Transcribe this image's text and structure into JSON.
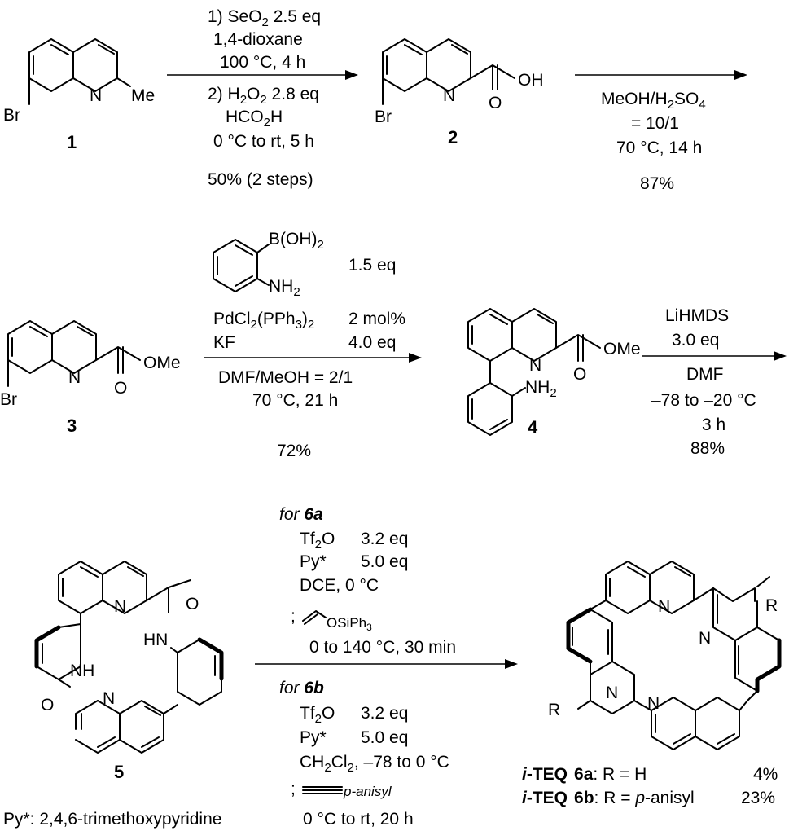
{
  "compounds": {
    "c1": {
      "label": "1",
      "sub_n": "N",
      "sub_me": "Me",
      "sub_br": "Br"
    },
    "c2": {
      "label": "2",
      "sub_n": "N",
      "sub_oh": "OH",
      "sub_o": "O",
      "sub_br": "Br"
    },
    "c3": {
      "label": "3",
      "sub_n": "N",
      "sub_ome": "OMe",
      "sub_o": "O",
      "sub_br": "Br"
    },
    "c4": {
      "label": "4",
      "sub_n": "N",
      "sub_ome": "OMe",
      "sub_o": "O",
      "sub_nh2": "NH",
      "sub_nh2_2": "2"
    },
    "c5": {
      "label": "5",
      "sub_n1": "N",
      "sub_n2": "N",
      "sub_o1": "O",
      "sub_o2": "O",
      "sub_hn": "HN",
      "sub_nh": "NH"
    },
    "c6": {
      "sub_n1": "N",
      "sub_n2": "N",
      "sub_n3": "N",
      "sub_n4": "N",
      "sub_r1": "R",
      "sub_r2": "R"
    }
  },
  "step1": {
    "line1_a": "1) SeO",
    "line1_sub": "2",
    "line1_b": "  2.5 eq",
    "line2": "1,4-dioxane",
    "line3": "100 °C, 4 h",
    "line4_a": "2) H",
    "line4_sub1": "2",
    "line4_b": "O",
    "line4_sub2": "2",
    "line4_c": "  2.8 eq",
    "line5_a": "HCO",
    "line5_sub": "2",
    "line5_b": "H",
    "line6": "0 °C to rt, 5 h",
    "yield": "50% (2 steps)"
  },
  "step2": {
    "line1_a": "MeOH/H",
    "line1_sub1": "2",
    "line1_b": "SO",
    "line1_sub2": "4",
    "line2": "= 10/1",
    "line3": "70 °C, 14 h",
    "yield": "87%"
  },
  "step3": {
    "boronic_a": "B(OH)",
    "boronic_sub": "2",
    "amine_a": "NH",
    "amine_sub": "2",
    "eq1": "1.5 eq",
    "cat_a": "PdCl",
    "cat_sub1": "2",
    "cat_b": "(PPh",
    "cat_sub2": "3",
    "cat_c": ")",
    "cat_sub3": "2",
    "cat_amt": "2 mol%",
    "base": "KF",
    "base_amt": "4.0 eq",
    "solvent": "DMF/MeOH = 2/1",
    "cond": "70 °C, 21 h",
    "yield": "72%"
  },
  "step4": {
    "reagent": "LiHMDS",
    "eq": "3.0 eq",
    "solvent": "DMF",
    "temp": "–78 to –20 °C",
    "time": "3 h",
    "yield": "88%"
  },
  "step5": {
    "for_a": "for ",
    "label_a": "6a",
    "a_r1_a": "Tf",
    "a_r1_sub": "2",
    "a_r1_b": "O",
    "a_r1_eq": "3.2 eq",
    "a_r2": "Py*",
    "a_r2_eq": "5.0 eq",
    "a_r3": "DCE, 0 °C",
    "a_semi": ";",
    "a_r4": "OSiPh",
    "a_r4_sub": "3",
    "a_cond": "0 to 140 °C, 30 min",
    "for_b": "for ",
    "label_b": "6b",
    "b_r1_a": "Tf",
    "b_r1_sub": "2",
    "b_r1_b": "O",
    "b_r1_eq": "3.2 eq",
    "b_r2": "Py*",
    "b_r2_eq": "5.0 eq",
    "b_r3_a": "CH",
    "b_r3_sub1": "2",
    "b_r3_b": "Cl",
    "b_r3_sub2": "2",
    "b_r3_c": ", –78 to 0 °C",
    "b_semi": ";",
    "b_r4": "p-anisyl",
    "b_cond": "0 °C to rt, 20 h"
  },
  "footnote": "Py*: 2,4,6-trimethoxypyridine",
  "products": {
    "a_prefix": "i",
    "a_name": "-TEQ",
    "a_label": "6a",
    "a_def": ": R = H",
    "a_yield": "4%",
    "b_prefix": "i",
    "b_name": "-TEQ",
    "b_label": "6b",
    "b_def_a": ": R = ",
    "b_def_p": "p",
    "b_def_b": "-anisyl",
    "b_yield": "23%"
  }
}
